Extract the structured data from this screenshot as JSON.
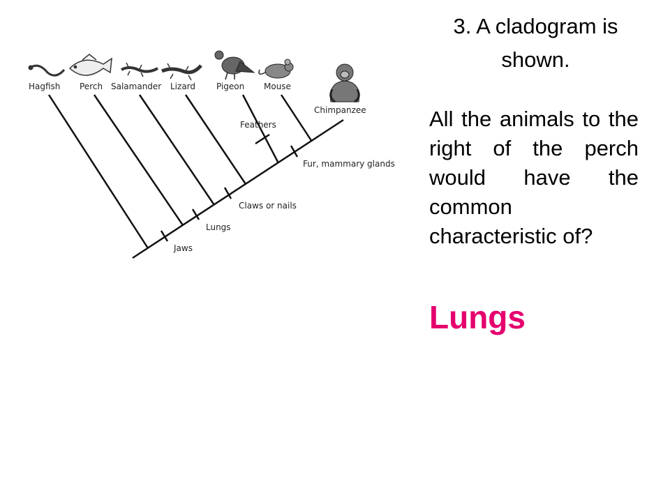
{
  "slide": {
    "title": "3. A cladogram is shown.",
    "question": "All the animals to the right of the perch would have the common characteristic of?",
    "answer": "Lungs",
    "answer_color": "#e5006e"
  },
  "cladogram": {
    "taxa": [
      "Hagfish",
      "Perch",
      "Salamander",
      "Lizard",
      "Pigeon",
      "Mouse",
      "Chimpanzee"
    ],
    "traits": [
      "Jaws",
      "Lungs",
      "Claws or nails",
      "Feathers",
      "Fur, mammary glands"
    ],
    "icons": [
      "hagfish-icon",
      "perch-icon",
      "salamander-icon",
      "lizard-icon",
      "pigeon-icon",
      "mouse-icon",
      "chimpanzee-icon"
    ]
  }
}
